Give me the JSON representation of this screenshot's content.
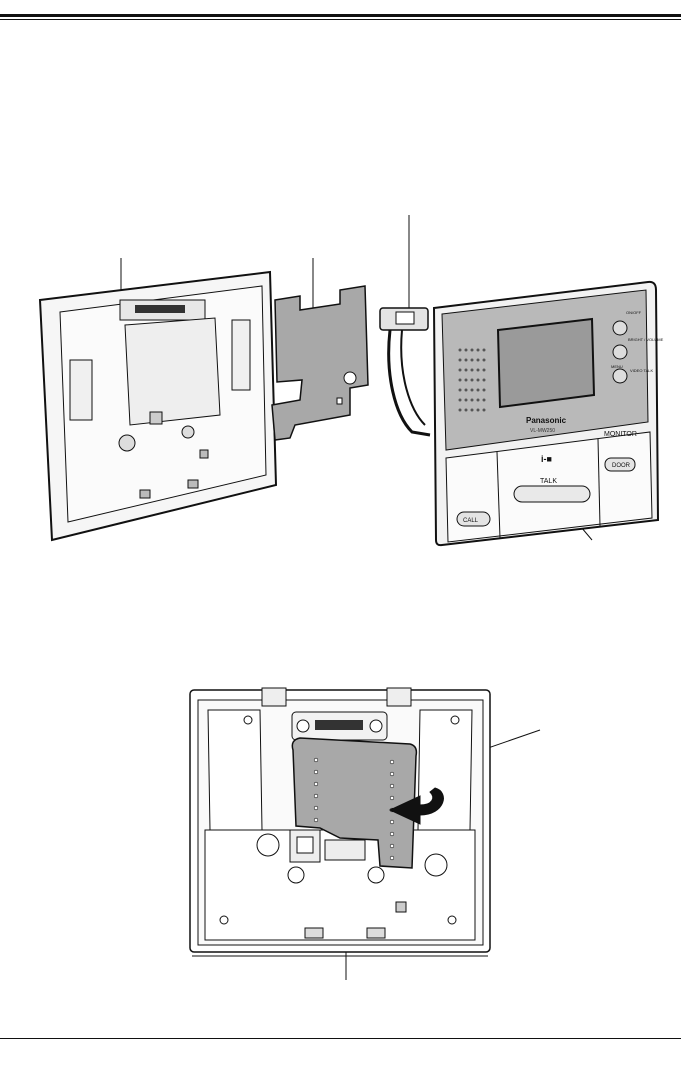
{
  "device": {
    "brand": "Panasonic",
    "model": "VL-MW250",
    "buttons": {
      "up": "ON/OFF",
      "down": "BRIGHT / VOLUME",
      "menu": "MENU",
      "video": "VIDEO TALK",
      "monitor": "MONITOR",
      "door": "DOOR",
      "call": "CALL",
      "talk": "TALK"
    }
  }
}
